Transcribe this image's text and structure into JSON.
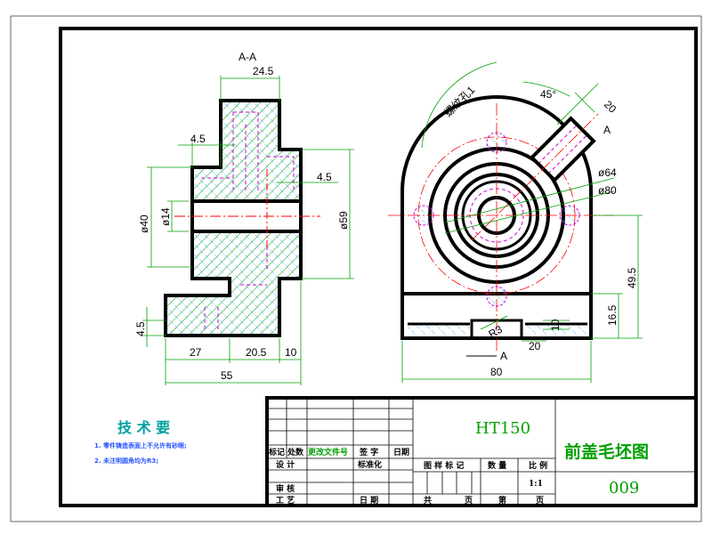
{
  "section_label": "A-A",
  "dims_section": {
    "top_width": "24.5",
    "left_step": "4.5",
    "right_step": "4.5",
    "dia_40": "ø40",
    "dia_14": "ø14",
    "dia_59": "ø59",
    "bottom_step": "4.5",
    "w27": "27",
    "w20_5": "20.5",
    "w10": "10",
    "w55": "55"
  },
  "dims_front": {
    "angle": "45°",
    "size_20_top": "20",
    "radius_label": "螺纹孔1",
    "arrow_a_top": "A",
    "dia_64": "ø64",
    "dia_80": "ø80",
    "h49_5": "49.5",
    "h16_5": "16.5",
    "slot_10": "10",
    "r3": "R3",
    "w20": "20",
    "arrow_a_bottom": "A",
    "w80": "80"
  },
  "tech_req": {
    "title": "技 术 要",
    "line1": "1. 零件铸造表面上不允许有砂眼;",
    "line2": "2. 未注明圆角均为R3;"
  },
  "title_block": {
    "material": "HT150",
    "drawing_name": "前盖毛坯图",
    "drawing_no": "009",
    "row_labels": {
      "mark": "标记",
      "count": "处数",
      "change_doc": "更改文件号",
      "signature": "签 字",
      "date": "日期",
      "design": "设 计",
      "standard": "标准化",
      "review": "审 核",
      "process": "工 艺",
      "date2": "日 期"
    },
    "stage_mark": "图 样 标 记",
    "quantity": "数 量",
    "scale": "比 例",
    "scale_value": "1:1",
    "total": "共",
    "sheets": "页",
    "sheet_no": "第",
    "page": "页"
  },
  "colors": {
    "outline": "#000000",
    "hatch": "#00a000",
    "hatch_alt": "#2aa6ff",
    "center": "#ff0000",
    "hidden": "#d000d0",
    "dim": "#00a000",
    "title_text": "#00a000",
    "tech_text": "#2a55ff",
    "tech_title": "#00a0a0"
  }
}
